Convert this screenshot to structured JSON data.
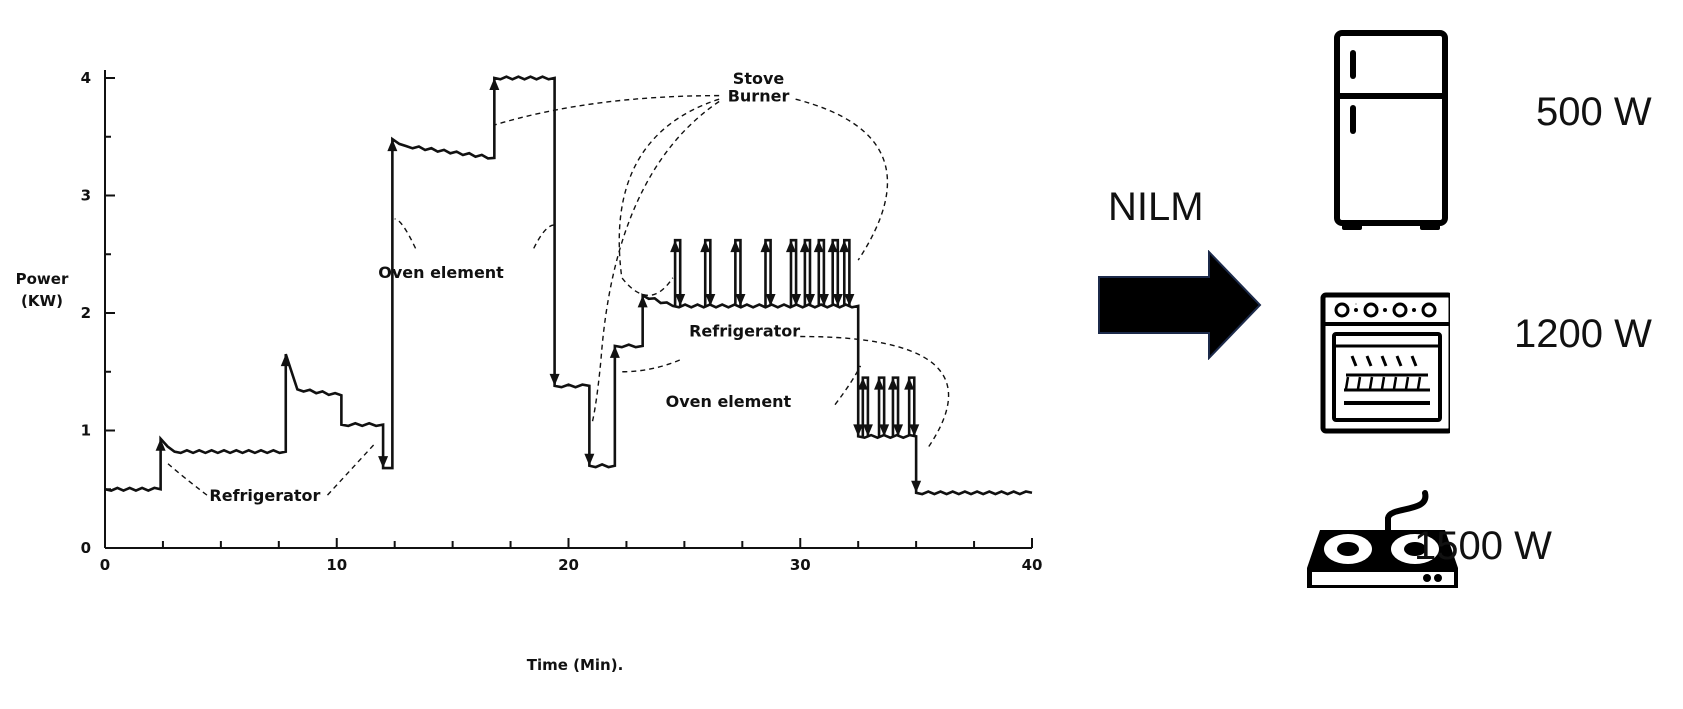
{
  "chart_data": {
    "type": "line",
    "xlabel": "Time (Min).",
    "ylabel_lines": [
      "Power",
      "(KW)"
    ],
    "xlim": [
      0,
      40
    ],
    "ylim": [
      0,
      4
    ],
    "x_ticks": [
      0,
      10,
      20,
      30,
      40
    ],
    "y_ticks": [
      0,
      1,
      2,
      3,
      4
    ],
    "grid": false,
    "series": [
      {
        "x": [
          0,
          2.4,
          2.4,
          3.0,
          7.8,
          7.8,
          8.3,
          10.2,
          10.2,
          12.0,
          12.0,
          12.4,
          12.4,
          13.0,
          16.8,
          16.8,
          19.4,
          19.4,
          20.9,
          20.9,
          22.0,
          22.0,
          23.2,
          23.2,
          24.5,
          32.5,
          32.5,
          35.0,
          35.0,
          40
        ],
        "y": [
          0.5,
          0.5,
          0.93,
          0.82,
          0.82,
          1.65,
          1.35,
          1.3,
          1.05,
          1.05,
          0.68,
          0.68,
          3.48,
          3.42,
          3.32,
          4.0,
          4.0,
          1.38,
          1.38,
          0.7,
          0.7,
          1.72,
          1.72,
          2.15,
          2.06,
          2.06,
          0.95,
          0.95,
          0.47,
          0.47
        ]
      }
    ],
    "burner_cycles": {
      "base": 2.06,
      "peak": 2.62,
      "x_on": [
        24.6,
        25.9,
        27.2,
        28.5,
        29.6,
        30.2,
        30.8,
        31.4,
        31.9
      ]
    },
    "oven_cycles": {
      "base": 0.95,
      "peak": 1.45,
      "x_on": [
        32.7,
        33.4,
        34.0,
        34.7
      ]
    },
    "annotations": [
      {
        "text": "Stove",
        "x": 28.2,
        "y": 3.95
      },
      {
        "text": "Burner",
        "x": 28.2,
        "y": 3.8
      },
      {
        "text": "Oven element",
        "x": 14.5,
        "y": 2.3
      },
      {
        "text": "Refrigerator",
        "x": 6.9,
        "y": 0.4
      },
      {
        "text": "Refrigerator",
        "x": 27.6,
        "y": 1.8
      },
      {
        "text": "Oven element",
        "x": 26.9,
        "y": 1.2
      }
    ]
  },
  "nilm": {
    "label": "NILM"
  },
  "appliances": [
    {
      "icon": "refrigerator-icon",
      "power": "500 W"
    },
    {
      "icon": "oven-icon",
      "power": "1200 W"
    },
    {
      "icon": "stove-icon",
      "power": "1500 W"
    }
  ]
}
